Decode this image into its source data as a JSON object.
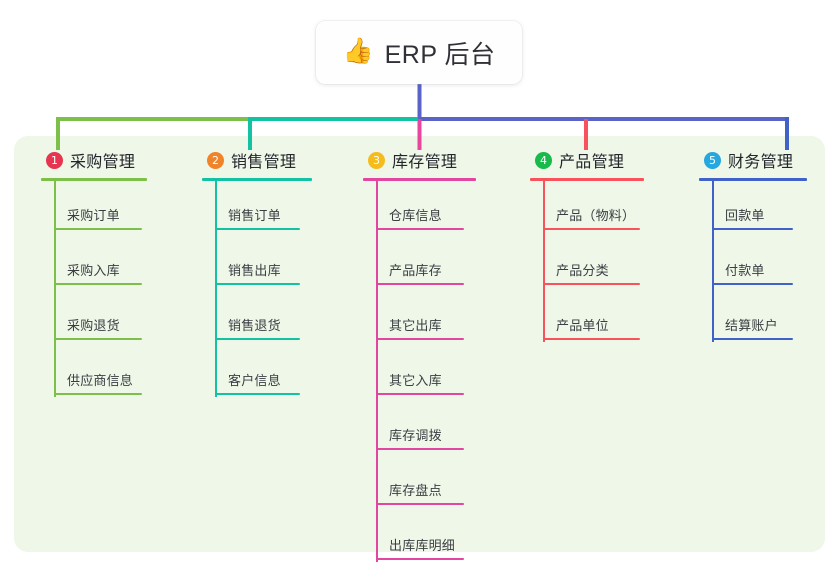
{
  "root": {
    "icon": "thumbs-up-emoji",
    "emoji": "👍",
    "title": "ERP 后台"
  },
  "theme": {
    "panel_bg": "#eef7e8",
    "page_bg": "#ffffff",
    "root_bg": "#fefefe",
    "text": "#2f3136"
  },
  "columns": [
    {
      "number": "1",
      "label": "采购管理",
      "badge_color": "#e8344e",
      "line_color": "#7cc04a",
      "items": [
        {
          "label": "采购订单"
        },
        {
          "label": "采购入库"
        },
        {
          "label": "采购退货"
        },
        {
          "label": "供应商信息"
        }
      ]
    },
    {
      "number": "2",
      "label": "销售管理",
      "badge_color": "#f0842a",
      "line_color": "#13c2a3",
      "items": [
        {
          "label": "销售订单"
        },
        {
          "label": "销售出库"
        },
        {
          "label": "销售退货"
        },
        {
          "label": "客户信息"
        }
      ]
    },
    {
      "number": "3",
      "label": "库存管理",
      "badge_color": "#f5bc1c",
      "line_color": "#e246a0",
      "items": [
        {
          "label": "仓库信息"
        },
        {
          "label": "产品库存"
        },
        {
          "label": "其它出库"
        },
        {
          "label": "其它入库"
        },
        {
          "label": "库存调拨"
        },
        {
          "label": "库存盘点"
        },
        {
          "label": "出库库明细"
        }
      ]
    },
    {
      "number": "4",
      "label": "产品管理",
      "badge_color": "#1ab94c",
      "line_color": "#f8525c",
      "items": [
        {
          "label": "产品（物料）"
        },
        {
          "label": "产品分类"
        },
        {
          "label": "产品单位"
        }
      ]
    },
    {
      "number": "5",
      "label": "财务管理",
      "badge_color": "#25a7e0",
      "line_color": "#4062c8",
      "items": [
        {
          "label": "回款单"
        },
        {
          "label": "付款单"
        },
        {
          "label": "结算账户"
        }
      ]
    }
  ],
  "connectors": {
    "trunk_color": "#5a63c8",
    "bar_segments": [
      {
        "color": "#7cc04a"
      },
      {
        "color": "#13c2a3"
      },
      {
        "color": "#5a63c8"
      }
    ],
    "drops": [
      {
        "color": "#7cc04a"
      },
      {
        "color": "#13c2a3"
      },
      {
        "color": "#e8459c"
      },
      {
        "color": "#f8525c"
      },
      {
        "color": "#4062c8"
      }
    ]
  }
}
